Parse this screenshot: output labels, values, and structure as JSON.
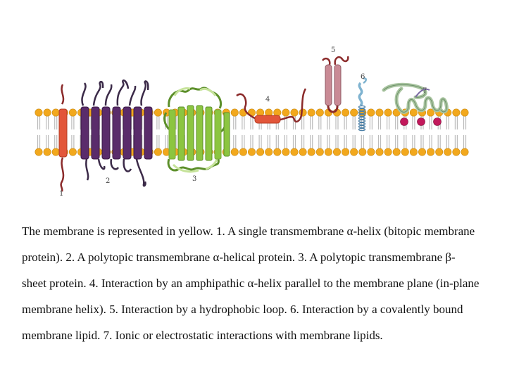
{
  "figure": {
    "labels": {
      "single_helix": "1",
      "polytopic_helical": "2",
      "beta_sheet": "3",
      "amphipathic_helix": "4",
      "hydrophobic_loop": "5",
      "lipid_anchor": "6",
      "electrostatic": "7"
    },
    "colors": {
      "lipid_head": "#f2a81d",
      "lipid_tail": "#bbbbbb",
      "single_helix": "#e2563a",
      "polytopic_helix": "#5a2c6b",
      "beta_sheet": "#8cc540",
      "amphipathic_helix": "#e2563a",
      "hydrophobic_loop": "#c98a95",
      "lipid_anchor_protein": "#7fb3d0",
      "electrostatic_protein": "#a9c5a0",
      "charged_lipid": "#c2185b"
    }
  },
  "caption": "The membrane is represented in yellow. 1. A single transmembrane α-helix (bitopic membrane protein). 2. A polytopic transmembrane α-helical protein. 3. A polytopic transmembrane β-sheet protein. 4. Interaction by an amphipathic α-helix parallel to the membrane plane (in-plane membrane helix). 5. Interaction by a hydrophobic loop. 6. Interaction by a covalently bound membrane lipid. 7. Ionic or electrostatic interactions with membrane lipids."
}
